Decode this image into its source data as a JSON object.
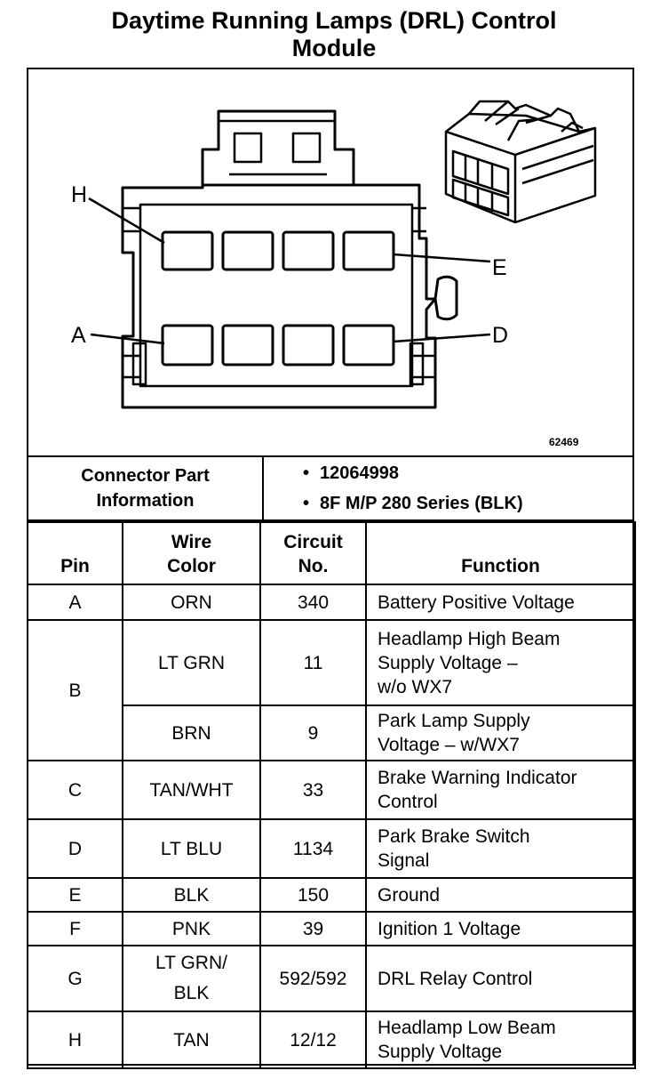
{
  "title": {
    "line1": "Daytime Running Lamps (DRL) Control",
    "line2": "Module"
  },
  "diagram": {
    "figure_number": "62469",
    "callouts": {
      "h": "H",
      "e": "E",
      "a": "A",
      "d": "D"
    }
  },
  "connector": {
    "label_line1": "Connector Part",
    "label_line2": "Information",
    "part_number": "12064998",
    "series": "8F M/P 280 Series (BLK)",
    "bullet": "•"
  },
  "pin_table": {
    "headers": {
      "pin": "Pin",
      "wire_color_line1": "Wire",
      "wire_color_line2": "Color",
      "circuit_line1": "Circuit",
      "circuit_line2": "No.",
      "function": "Function"
    },
    "rows": {
      "a": {
        "pin": "A",
        "wire": "ORN",
        "circuit": "340",
        "function": "Battery Positive Voltage"
      },
      "b1": {
        "pin": "B",
        "wire": "LT GRN",
        "circuit": "11",
        "function_line1": "Headlamp High Beam",
        "function_line2": "Supply Voltage –",
        "function_line3": "w/o WX7"
      },
      "b2": {
        "wire": "BRN",
        "circuit": "9",
        "function_line1": "Park Lamp Supply",
        "function_line2": "Voltage – w/WX7"
      },
      "c": {
        "pin": "C",
        "wire": "TAN/WHT",
        "circuit": "33",
        "function_line1": "Brake Warning Indicator",
        "function_line2": "Control"
      },
      "d": {
        "pin": "D",
        "wire": "LT BLU",
        "circuit": "1134",
        "function_line1": "Park Brake Switch",
        "function_line2": "Signal"
      },
      "e": {
        "pin": "E",
        "wire": "BLK",
        "circuit": "150",
        "function": "Ground"
      },
      "f": {
        "pin": "F",
        "wire": "PNK",
        "circuit": "39",
        "function": "Ignition 1 Voltage"
      },
      "g": {
        "pin": "G",
        "wire_line1": "LT GRN/",
        "wire_line2": "BLK",
        "circuit": "592/592",
        "function": "DRL Relay Control"
      },
      "h": {
        "pin": "H",
        "wire": "TAN",
        "circuit": "12/12",
        "function_line1": "Headlamp Low Beam",
        "function_line2": "Supply Voltage"
      }
    }
  }
}
